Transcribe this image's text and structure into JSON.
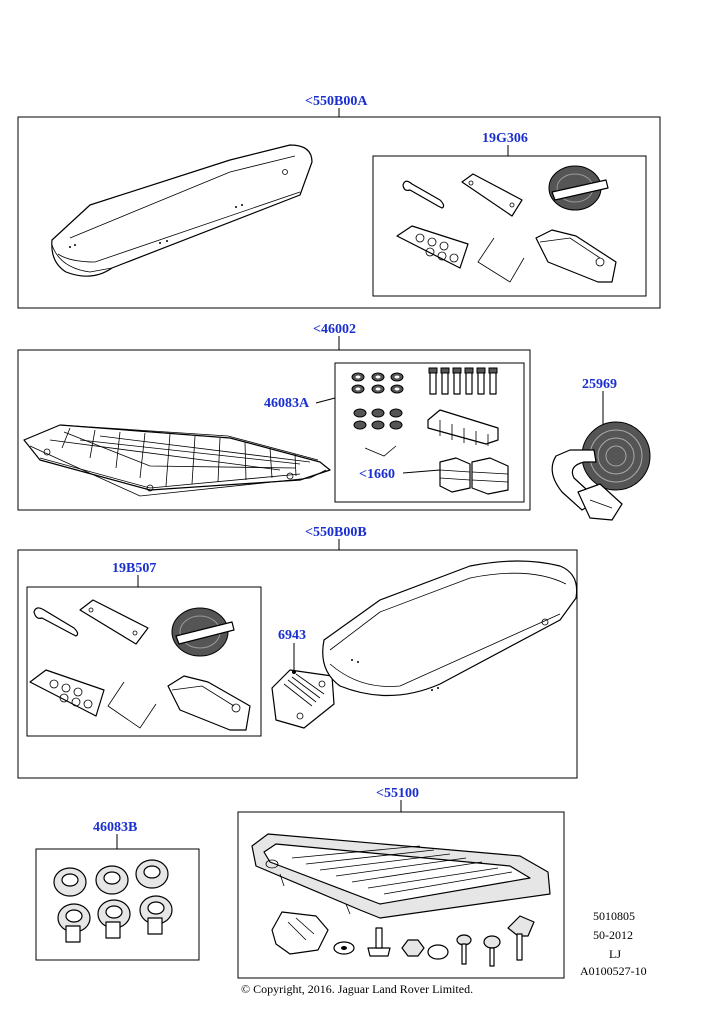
{
  "callouts": {
    "box_a": "<550B00A",
    "kit_19g306": "19G306",
    "basket": "<46002",
    "kit_46083a": "46083A",
    "kit_1660": "<1660",
    "strap_25969": "25969",
    "box_b": "<550B00B",
    "kit_19b507": "19B507",
    "bracket_6943": "6943",
    "rack_55100": "<55100",
    "kit_46083b": "46083B"
  },
  "meta": {
    "ref_1": "5010805",
    "ref_2": "50-2012",
    "ref_3": "LJ",
    "ref_4": "A0100527-10"
  },
  "copyright": "© Copyright, 2016. Jaguar Land Rover Limited."
}
